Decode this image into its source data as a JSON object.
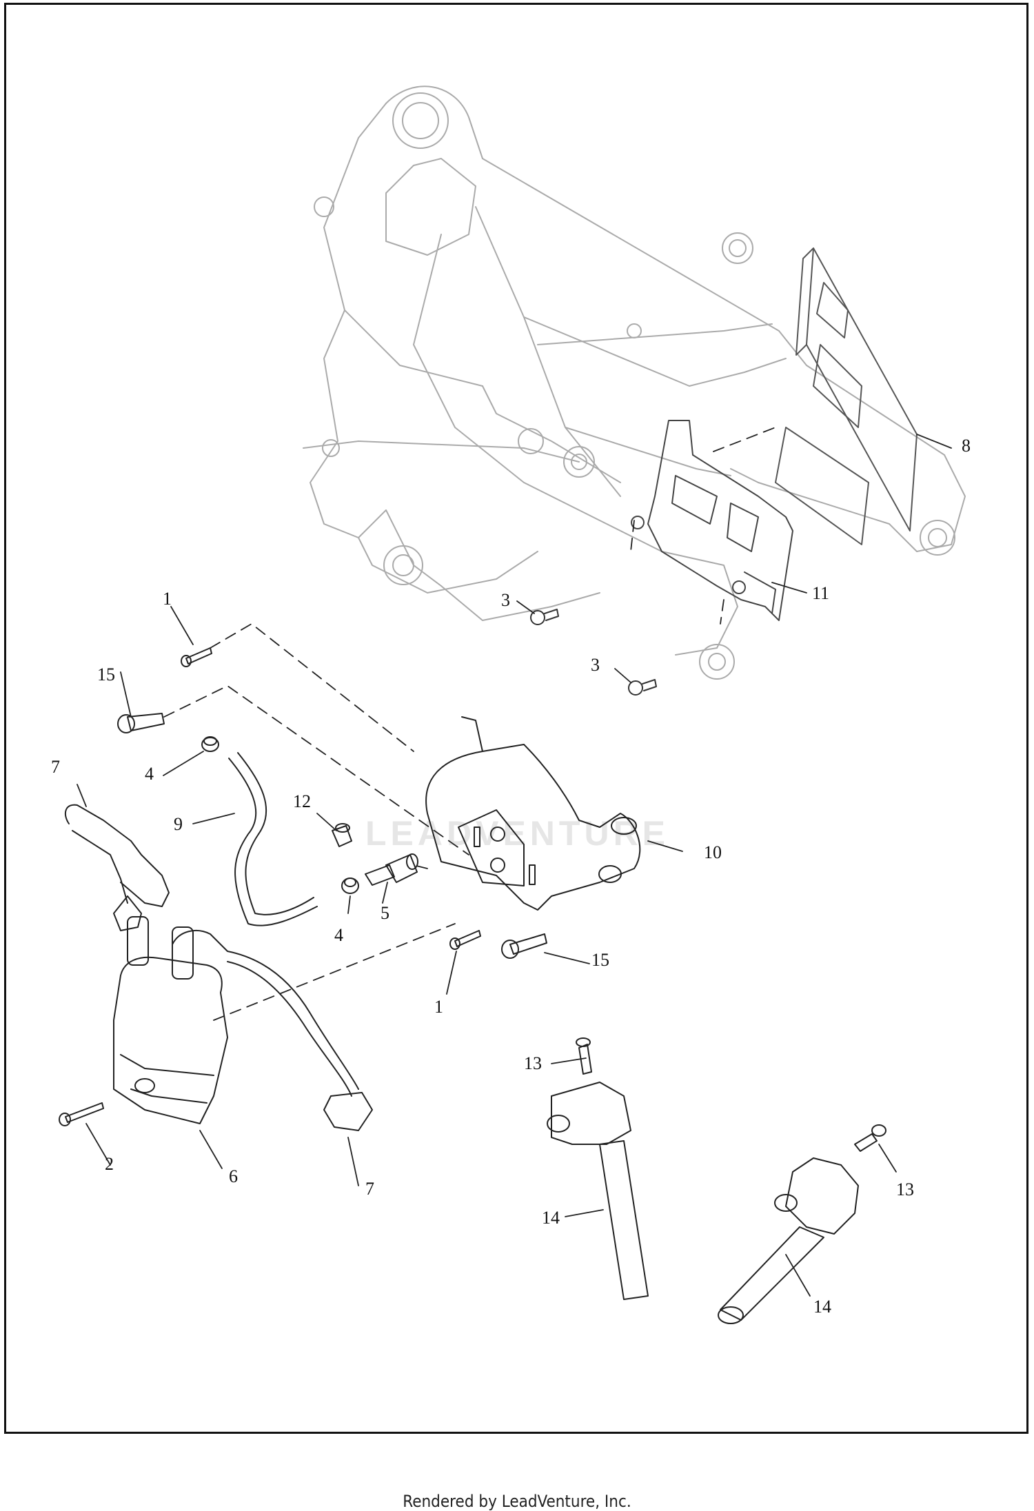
{
  "callouts": [
    {
      "id": "c1a",
      "text": "1"
    },
    {
      "id": "c1b",
      "text": "1"
    },
    {
      "id": "c2",
      "text": "2"
    },
    {
      "id": "c3a",
      "text": "3"
    },
    {
      "id": "c3b",
      "text": "3"
    },
    {
      "id": "c4a",
      "text": "4"
    },
    {
      "id": "c4b",
      "text": "4"
    },
    {
      "id": "c5",
      "text": "5"
    },
    {
      "id": "c6",
      "text": "6"
    },
    {
      "id": "c7a",
      "text": "7"
    },
    {
      "id": "c7b",
      "text": "7"
    },
    {
      "id": "c8",
      "text": "8"
    },
    {
      "id": "c9",
      "text": "9"
    },
    {
      "id": "c10",
      "text": "10"
    },
    {
      "id": "c11",
      "text": "11"
    },
    {
      "id": "c12",
      "text": "12"
    },
    {
      "id": "c13a",
      "text": "13"
    },
    {
      "id": "c13b",
      "text": "13"
    },
    {
      "id": "c14a",
      "text": "14"
    },
    {
      "id": "c14b",
      "text": "14"
    },
    {
      "id": "c15a",
      "text": "15"
    },
    {
      "id": "c15b",
      "text": "15"
    }
  ],
  "footer": "Rendered by LeadVenture, Inc.",
  "watermark": "LEADVENTURE"
}
